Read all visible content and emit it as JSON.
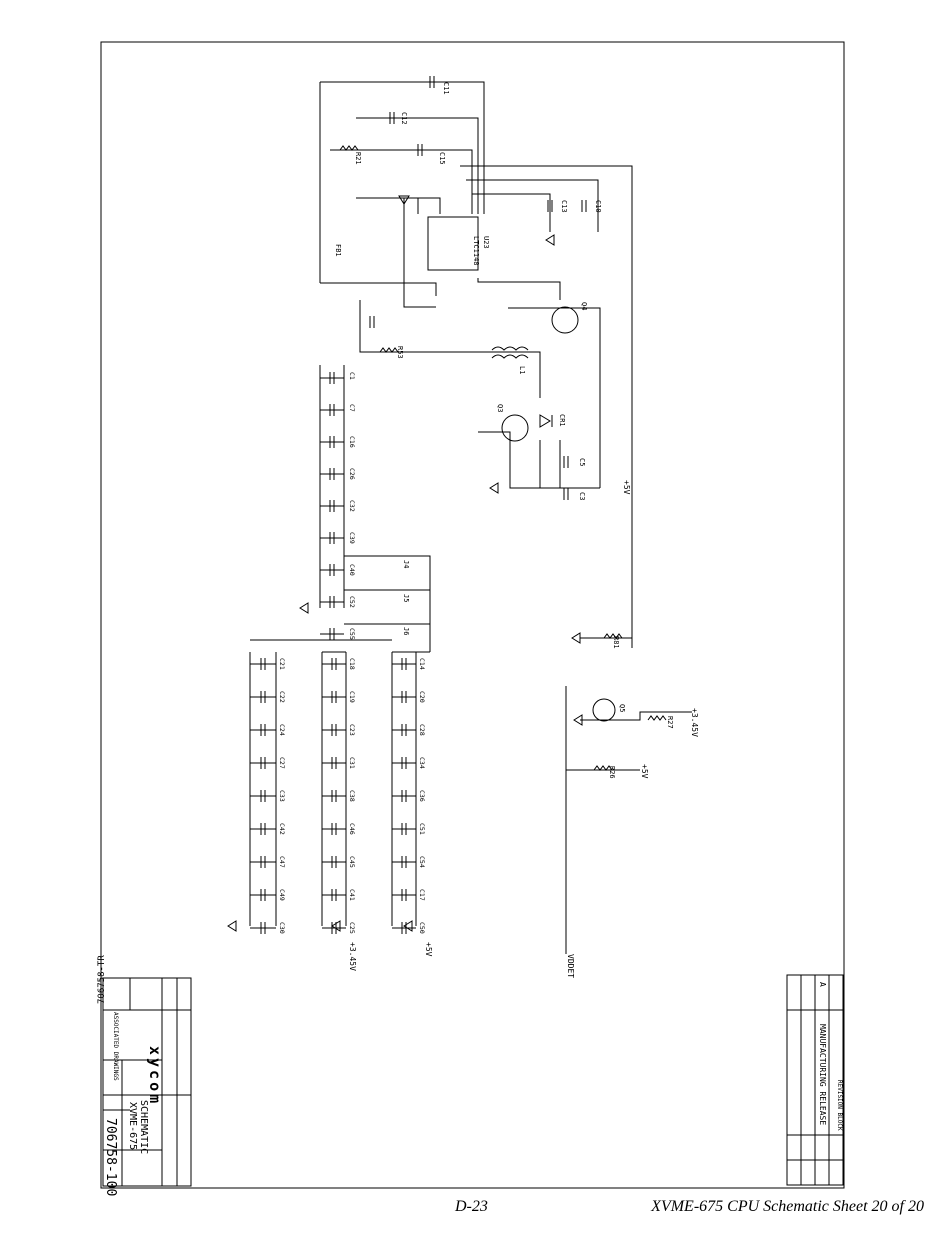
{
  "footer": {
    "page_number": "D-23",
    "sheet_title": "XVME-675 CPU Schematic Sheet 20 of 20"
  },
  "title_block": {
    "company": "xycom",
    "title_line1": "SCHEMATIC",
    "title_line2": "XVME-675",
    "drawing_number": "706758-100",
    "next_assy": "706758-TR",
    "associated_drawings": "ASSOCIATED DRAWINGS"
  },
  "revision_block": {
    "heading": "REVISION BLOCK",
    "rev": "A",
    "description": "MANUFACTURING RELEASE"
  },
  "rails": {
    "v5_main": "+5V",
    "v5_bottom": "+5V",
    "v5_right": "+5V",
    "v345_bottom": "+3.45V",
    "v345_right": "+3.45V",
    "vddet": "VDDET"
  },
  "components": {
    "u_regulator": "U23",
    "u_part": "LTC1148",
    "q4": "Q4",
    "q3": "Q3",
    "q5": "Q5",
    "l1": "L1",
    "cr1": "CR1",
    "fb1": "FB1",
    "r_sense": "R53",
    "r_bias_a": "R21",
    "r_bias_b": "R27",
    "r_bias_c": "R26",
    "r_bias_d": "R81",
    "c_top": [
      "C11",
      "C12",
      "C15"
    ],
    "c_right": [
      "C13",
      "C10"
    ],
    "c_input": [
      "C5",
      "C3"
    ],
    "c_bulk": [
      "C1",
      "C7",
      "C16",
      "C26",
      "C32",
      "C39",
      "C40",
      "C52",
      "C55"
    ],
    "jumpers": [
      "J4",
      "J5",
      "J6"
    ],
    "decoupling_row1": [
      "C21",
      "C22",
      "C24",
      "C27",
      "C33",
      "C42",
      "C47",
      "C49",
      "C30"
    ],
    "decoupling_row2": [
      "C18",
      "C19",
      "C23",
      "C31",
      "C38",
      "C46",
      "C45",
      "C41",
      "C25"
    ],
    "decoupling_row3": [
      "C14",
      "C20",
      "C28",
      "C34",
      "C36",
      "C51",
      "C54",
      "C17",
      "C50"
    ]
  }
}
